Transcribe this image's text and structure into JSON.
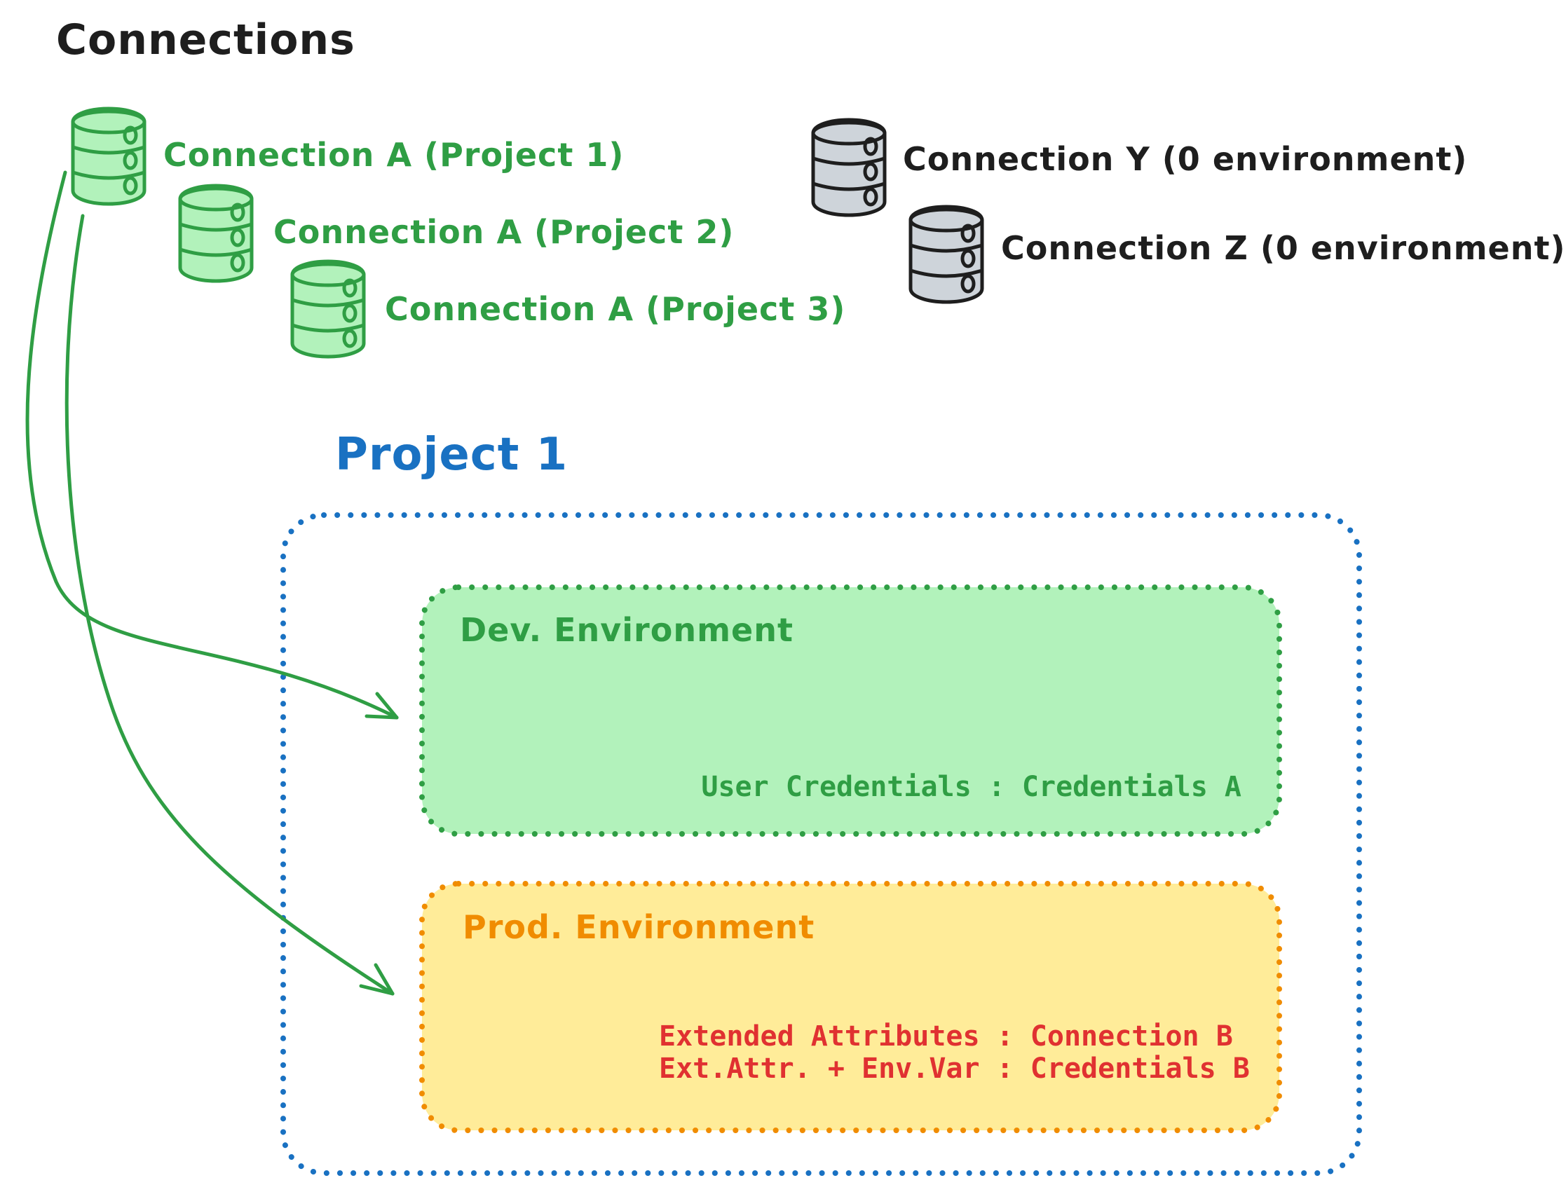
{
  "diagram_title": "Connections",
  "green_connections": {
    "items": [
      {
        "label": "Connection A (Project 1)"
      },
      {
        "label": "Connection A (Project 2)"
      },
      {
        "label": "Connection A (Project 3)"
      }
    ]
  },
  "external_connections": {
    "items": [
      {
        "label": "Connection Y (0 environment)"
      },
      {
        "label": "Connection Z (0 environment)"
      }
    ]
  },
  "project": {
    "title": "Project 1",
    "dev_environment": {
      "title": "Dev. Environment",
      "mapping": "User Credentials : Credentials A"
    },
    "prod_environment": {
      "title": "Prod. Environment",
      "mappings": [
        "Extended Attributes : Connection B",
        "Ext.Attr. + Env.Var : Credentials B"
      ]
    }
  },
  "icons": {
    "green_database": "database-icon",
    "gray_database": "database-icon",
    "arrow": "curved-arrow"
  },
  "colors": {
    "ink": "#1e1e1e",
    "green_stroke": "#2f9e44",
    "green_fill": "#b2f2bb",
    "gray_fill": "#ced4da",
    "blue": "#1971c2",
    "orange": "#f08c00",
    "yellow_fill": "#ffec99",
    "red": "#e03131"
  }
}
